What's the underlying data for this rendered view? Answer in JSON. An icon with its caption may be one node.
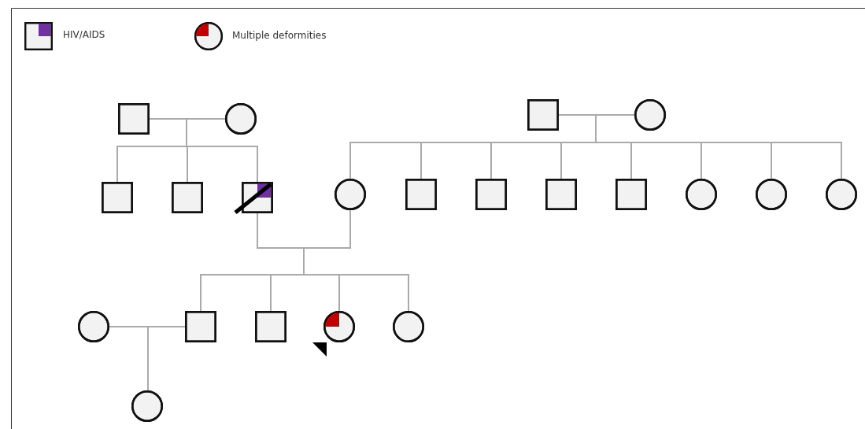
{
  "diagram": {
    "nodes": [
      {
        "text": [],
        "shape": "box"
      },
      {
        "text": [],
        "shape": "circle"
      },
      {
        "text": [],
        "shape": "box"
      },
      {
        "text": [],
        "shape": "circle"
      },
      {
        "text": [],
        "shape": "box"
      },
      {
        "text": [],
        "shape": "box"
      },
      {
        "text": [],
        "shape": "box"
      },
      {
        "text": [],
        "shape": "circle"
      },
      {
        "text": [],
        "shape": "box"
      },
      {
        "text": [],
        "shape": "box"
      },
      {
        "text": [],
        "shape": "box"
      },
      {
        "text": [],
        "shape": "box"
      },
      {
        "text": [],
        "shape": "circle"
      },
      {
        "text": [],
        "shape": "circle"
      },
      {
        "text": [],
        "shape": "circle"
      },
      {
        "text": [],
        "shape": "circle"
      },
      {
        "text": [],
        "shape": "box"
      },
      {
        "text": [],
        "shape": "box"
      },
      {
        "text": [],
        "shape": "circle"
      },
      {
        "text": [],
        "shape": "circle"
      },
      {
        "text": [],
        "shape": "circle"
      }
    ],
    "edges": [
      {
        "from": 0,
        "to": 1,
        "arrow": "none"
      },
      {
        "from": 0,
        "to": 4,
        "arrow": "none"
      },
      {
        "from": 1,
        "to": 4,
        "arrow": "none"
      },
      {
        "from": 0,
        "to": 5,
        "arrow": "none"
      },
      {
        "from": 1,
        "to": 5,
        "arrow": "none"
      },
      {
        "from": 0,
        "to": 6,
        "arrow": "none"
      },
      {
        "from": 1,
        "to": 6,
        "arrow": "none"
      },
      {
        "from": 2,
        "to": 3,
        "arrow": "none"
      },
      {
        "from": 2,
        "to": 7,
        "arrow": "none"
      },
      {
        "from": 3,
        "to": 7,
        "arrow": "none"
      },
      {
        "from": 2,
        "to": 8,
        "arrow": "none"
      },
      {
        "from": 3,
        "to": 8,
        "arrow": "none"
      },
      {
        "from": 2,
        "to": 9,
        "arrow": "none"
      },
      {
        "from": 3,
        "to": 9,
        "arrow": "none"
      },
      {
        "from": 2,
        "to": 10,
        "arrow": "none"
      },
      {
        "from": 3,
        "to": 10,
        "arrow": "none"
      },
      {
        "from": 2,
        "to": 11,
        "arrow": "none"
      },
      {
        "from": 3,
        "to": 11,
        "arrow": "none"
      },
      {
        "from": 2,
        "to": 12,
        "arrow": "none"
      },
      {
        "from": 3,
        "to": 12,
        "arrow": "none"
      },
      {
        "from": 2,
        "to": 13,
        "arrow": "none"
      },
      {
        "from": 3,
        "to": 13,
        "arrow": "none"
      },
      {
        "from": 2,
        "to": 14,
        "arrow": "none"
      },
      {
        "from": 3,
        "to": 14,
        "arrow": "none"
      },
      {
        "from": 6,
        "to": 7,
        "arrow": "none"
      },
      {
        "from": 6,
        "to": 16,
        "arrow": "none"
      },
      {
        "from": 7,
        "to": 16,
        "arrow": "none"
      },
      {
        "from": 6,
        "to": 17,
        "arrow": "none"
      },
      {
        "from": 7,
        "to": 17,
        "arrow": "none"
      },
      {
        "from": 6,
        "to": 18,
        "arrow": "none"
      },
      {
        "from": 7,
        "to": 18,
        "arrow": "none"
      },
      {
        "from": 6,
        "to": 19,
        "arrow": "none"
      },
      {
        "from": 7,
        "to": 19,
        "arrow": "none"
      },
      {
        "from": 15,
        "to": 16,
        "arrow": "none"
      },
      {
        "from": 15,
        "to": 20,
        "arrow": "none"
      },
      {
        "from": 16,
        "to": 20,
        "arrow": "none"
      }
    ],
    "legend": [
      {
        "text": "HIV/AIDS",
        "color": "#7030a0"
      },
      {
        "text": "Multiple deformities",
        "color": "#c00000"
      }
    ]
  }
}
